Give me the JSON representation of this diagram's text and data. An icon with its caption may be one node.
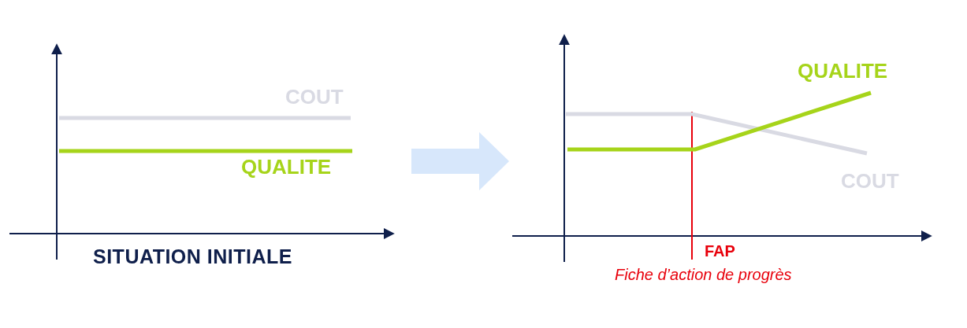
{
  "diagram": {
    "nodes": [
      {
        "text": [],
        "shape": "picture"
      },
      {
        "text": [],
        "shape": "picture"
      }
    ],
    "edges": [
      {
        "from": 0,
        "to": 1,
        "arrow": "to",
        "style": "thick",
        "color": "#d7e7fb"
      }
    ],
    "labels": [
      "COUT",
      "QUALITE",
      "SITUATION INITIALE",
      "QUALITE",
      "COUT",
      "FAP",
      "Fiche d’action de progrès"
    ]
  }
}
